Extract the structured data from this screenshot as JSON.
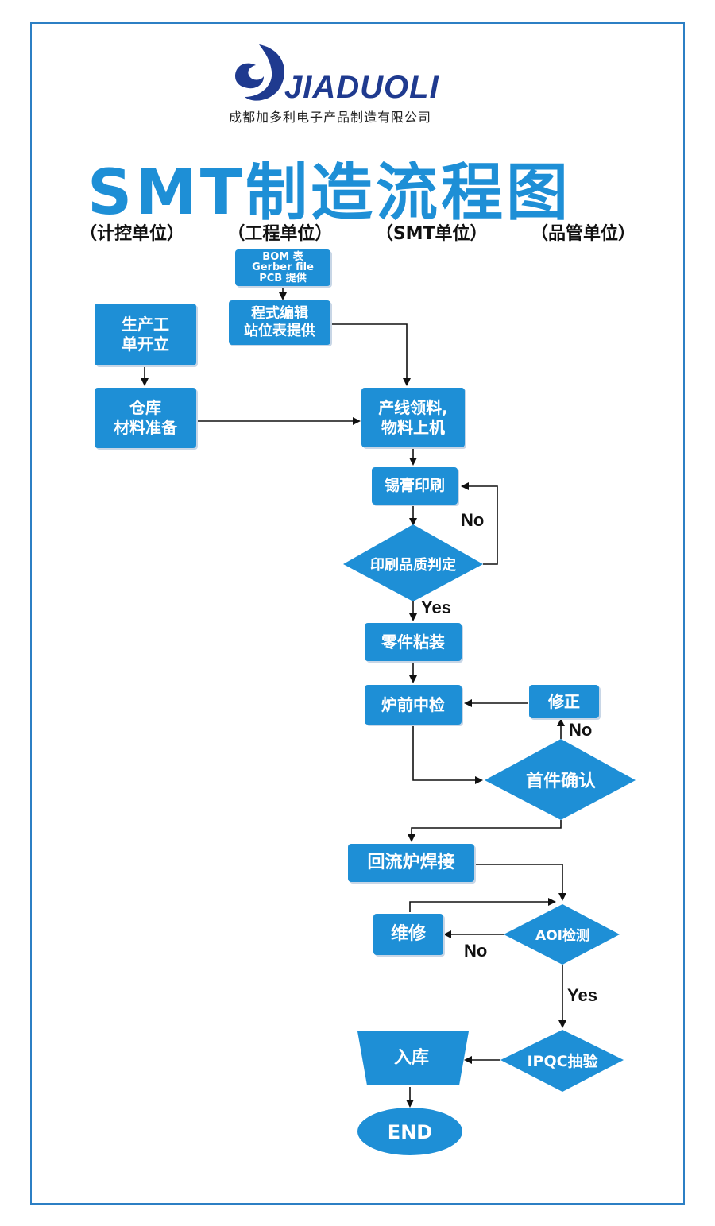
{
  "brand": {
    "logo_text": "JIADUOLI",
    "company": "成都加多利电子产品制造有限公司"
  },
  "title": "SMT制造流程图",
  "units": [
    "（计控单位）",
    "（工程单位）",
    "（SMT单位）",
    "（品管单位）"
  ],
  "steps": {
    "bom": [
      "BOM 表",
      "Gerber file",
      "PCB 提供"
    ],
    "program": [
      "程式编辑",
      "站位表提供"
    ],
    "work_order": [
      "生产工",
      "单开立"
    ],
    "warehouse": [
      "仓库",
      "材料准备"
    ],
    "line_pick": [
      "产线领料,",
      "物料上机"
    ],
    "solder_print": "锡膏印刷",
    "print_judge": "印刷品质判定",
    "placement": "零件粘装",
    "pre_inspect": "炉前中检",
    "correction": "修正",
    "first_confirm": "首件确认",
    "reflow": "回流炉焊接",
    "repair": "维修",
    "aoi": "AOI检测",
    "ipqc": "IPQC抽验",
    "storage": "入库",
    "end": "END"
  },
  "labels": {
    "no1": "No",
    "yes1": "Yes",
    "no2": "No",
    "no3": "No",
    "yes2": "Yes"
  },
  "colors": {
    "accent": "#1e8fd6",
    "frame": "#2c7fc4",
    "logo": "#1f3a8f"
  }
}
